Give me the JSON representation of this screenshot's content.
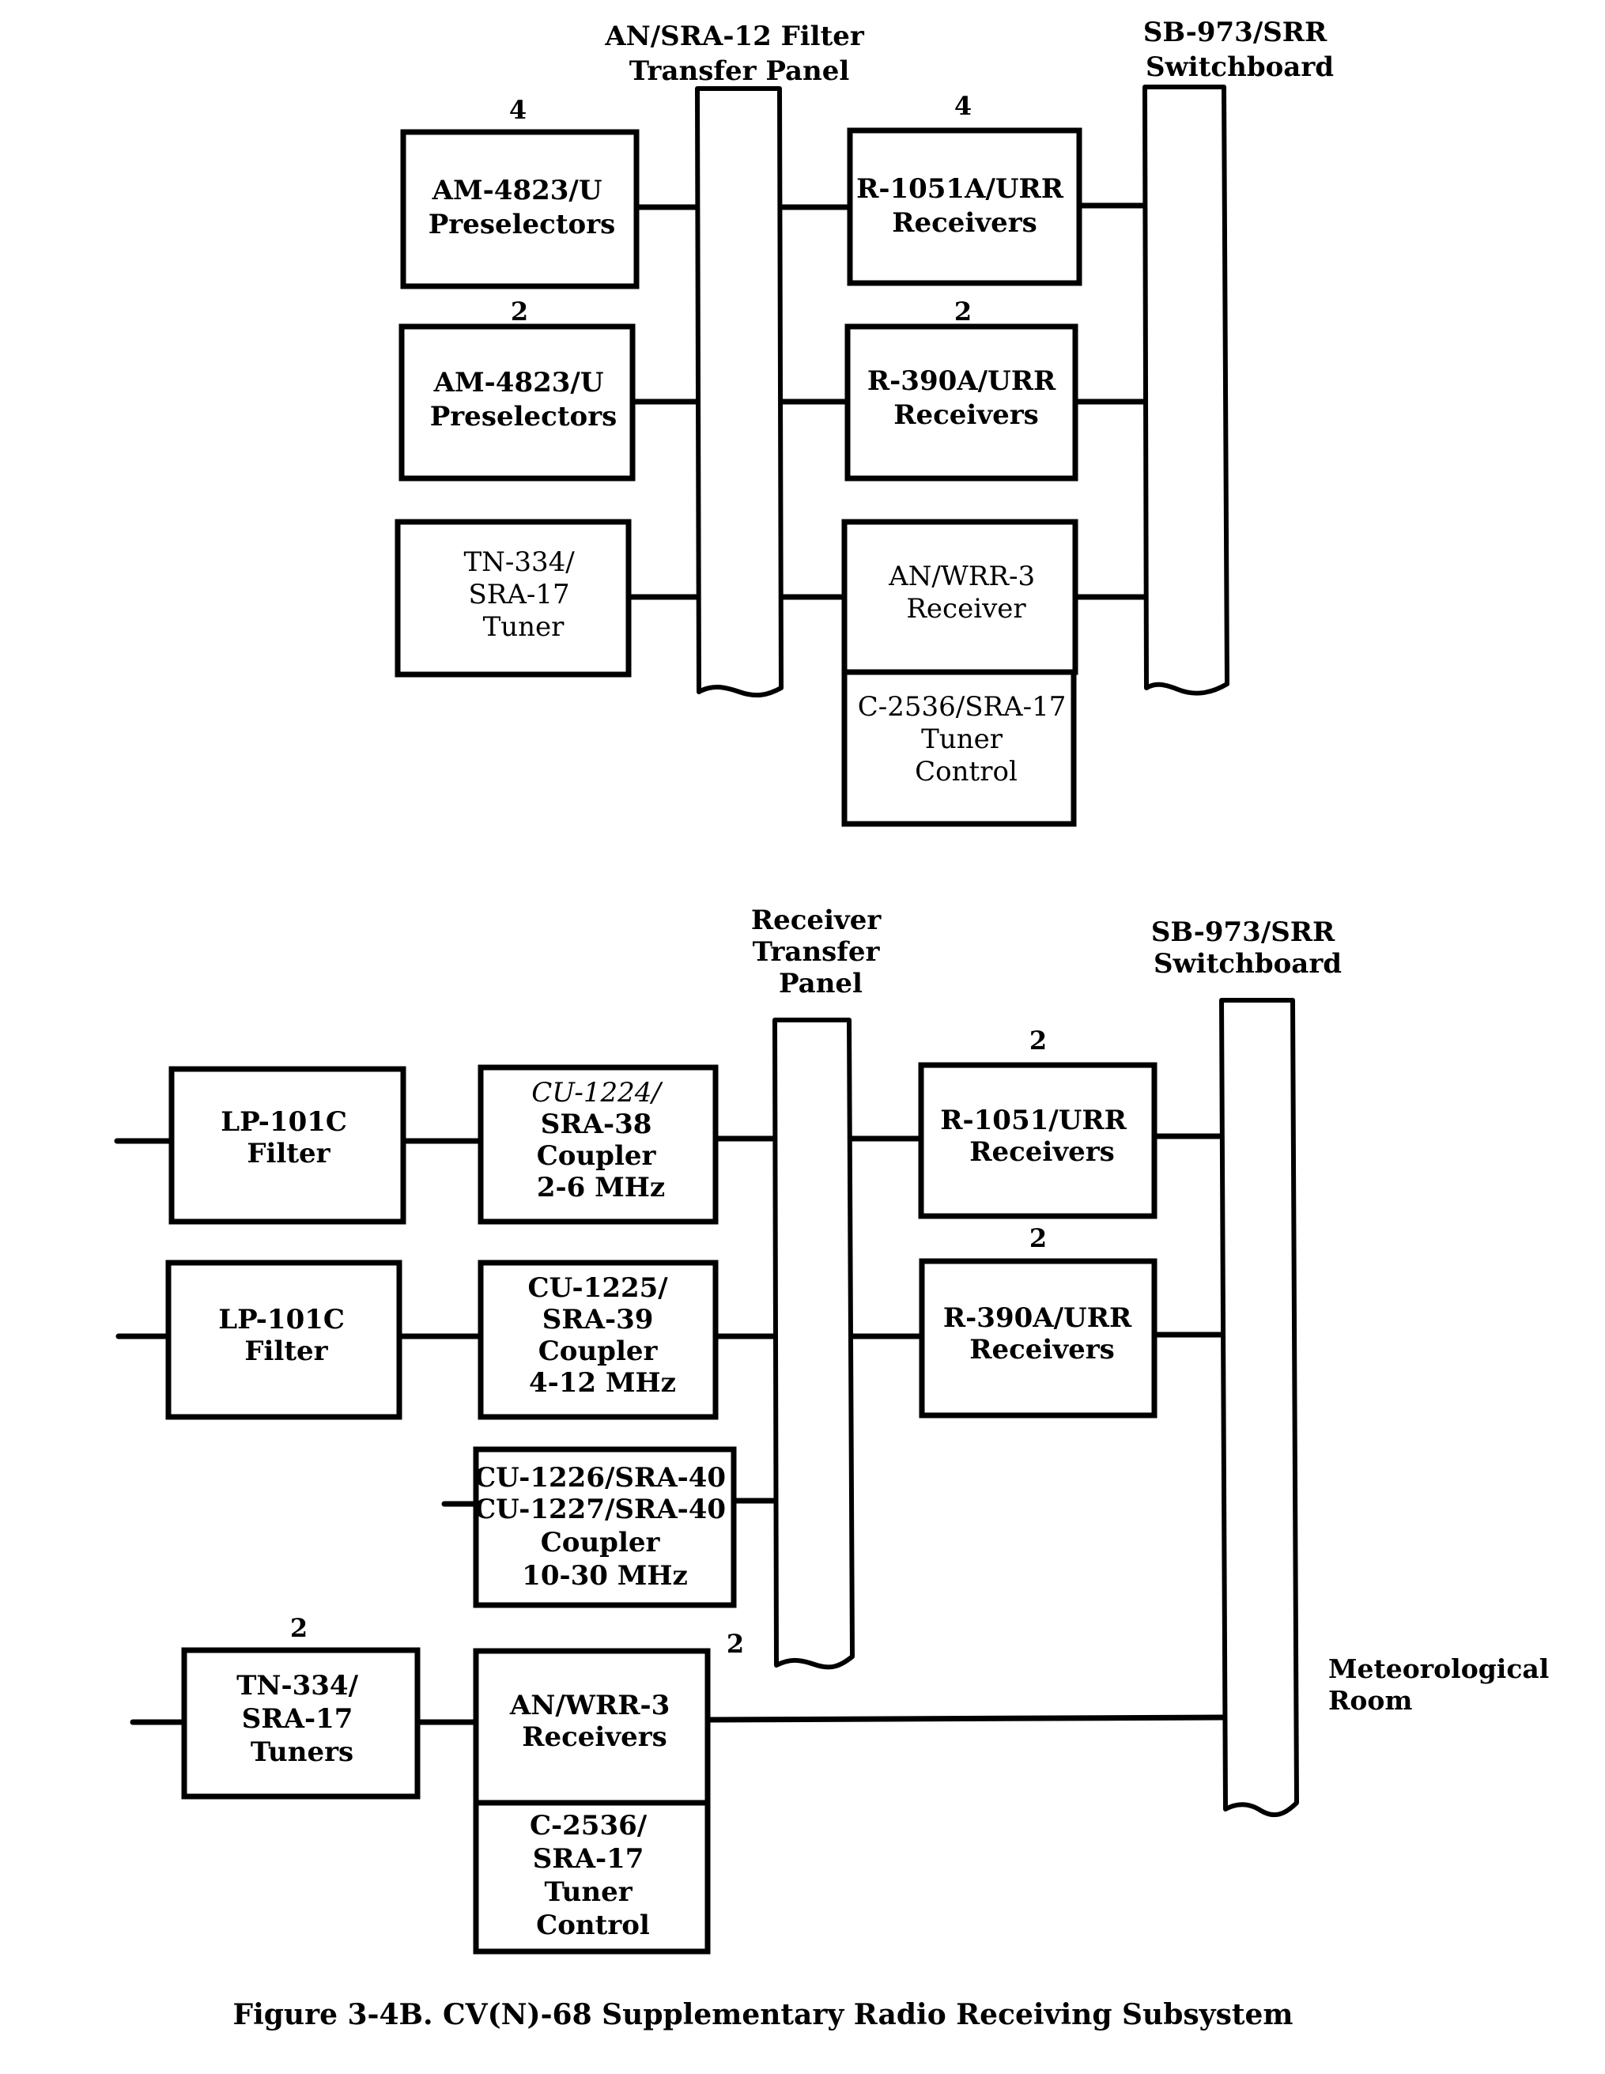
{
  "top_diagram": {
    "filter_panel": {
      "title_lines": [
        "AN/SRA-12 Filter",
        "Transfer Panel"
      ]
    },
    "switchboard": {
      "title_lines": [
        "SB-973/SRR",
        "Switchboard"
      ]
    },
    "blocks": {
      "preselectors_a": {
        "lines": [
          "AM-4823/U",
          "Preselectors"
        ],
        "qty": "4"
      },
      "preselectors_b": {
        "lines": [
          "AM-4823/U",
          "Preselectors"
        ],
        "qty": "2"
      },
      "tuner": {
        "lines": [
          "TN-334/",
          "SRA-17",
          "Tuner"
        ]
      },
      "receivers_r1051a": {
        "lines": [
          "R-1051A/URR",
          "Receivers"
        ],
        "qty": "4"
      },
      "receivers_r390a": {
        "lines": [
          "R-390A/URR",
          "Receivers"
        ],
        "qty": "2"
      },
      "receiver_wrr3": {
        "lines": [
          "AN/WRR-3",
          "Receiver"
        ]
      },
      "tuner_control": {
        "lines": [
          "C-2536/SRA-17",
          "Tuner",
          "Control"
        ]
      }
    }
  },
  "bottom_diagram": {
    "transfer_panel": {
      "title_lines": [
        "Receiver",
        "Transfer",
        "Panel"
      ]
    },
    "switchboard": {
      "title_lines": [
        "SB-973/SRR",
        "Switchboard"
      ]
    },
    "side_label": [
      "Meteorological",
      "Room"
    ],
    "blocks": {
      "filter_a": {
        "lines": [
          "LP-101C",
          "Filter"
        ]
      },
      "filter_b": {
        "lines": [
          "LP-101C",
          "Filter"
        ]
      },
      "coupler_a": {
        "lines": [
          "CU-1224/",
          "SRA-38",
          "Coupler",
          "2-6 MHz"
        ]
      },
      "coupler_b": {
        "lines": [
          "CU-1225/",
          "SRA-39",
          "Coupler",
          "4-12 MHz"
        ]
      },
      "coupler_c": {
        "lines": [
          "CU-1226/SRA-40",
          "CU-1227/SRA-40",
          "Coupler",
          "10-30 MHz"
        ]
      },
      "receivers_r1051": {
        "lines": [
          "R-1051/URR",
          "Receivers"
        ],
        "qty": "2"
      },
      "receivers_r390a": {
        "lines": [
          "R-390A/URR",
          "Receivers"
        ],
        "qty": "2"
      },
      "tuners": {
        "lines": [
          "TN-334/",
          "SRA-17",
          "Tuners"
        ],
        "qty": "2"
      },
      "receivers_wrr3": {
        "lines": [
          "AN/WRR-3",
          "Receivers"
        ],
        "qty": "2"
      },
      "tuner_control": {
        "lines": [
          "C-2536/",
          "SRA-17",
          "Tuner",
          "Control"
        ]
      }
    }
  },
  "caption": "Figure 3-4B.  CV(N)-68 Supplementary Radio Receiving Subsystem"
}
